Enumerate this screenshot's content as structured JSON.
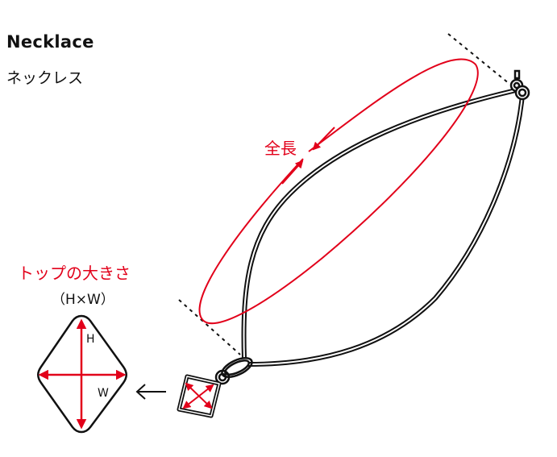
{
  "title": {
    "english": "Necklace",
    "japanese": "ネックレス"
  },
  "labels": {
    "total_length": "全長",
    "top_size": "トップの大きさ",
    "top_size_unit": "（H×W）",
    "height_letter": "H",
    "width_letter": "W"
  },
  "icons": {
    "pointer_arrow": "left-arrow",
    "pointer_glyph": "←"
  },
  "colors": {
    "accent_red": "#e2001a",
    "line_black": "#111111",
    "background": "#ffffff"
  }
}
